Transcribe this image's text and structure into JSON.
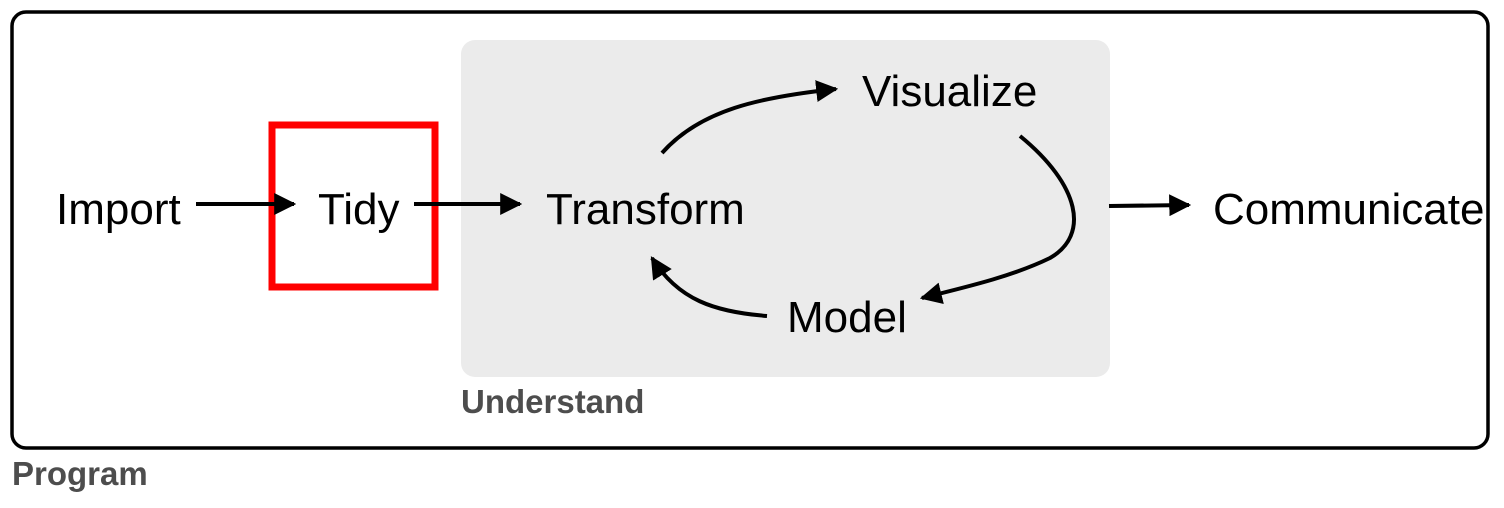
{
  "nodes": {
    "import": "Import",
    "tidy": "Tidy",
    "transform": "Transform",
    "visualize": "Visualize",
    "model": "Model",
    "communicate": "Communicate"
  },
  "groups": {
    "understand": "Understand",
    "program": "Program"
  },
  "colors": {
    "highlight": "#ff0000",
    "understand_fill": "#ebebeb",
    "group_label": "#4d4d4d",
    "arrow": "#000000"
  },
  "highlighted_node": "tidy"
}
